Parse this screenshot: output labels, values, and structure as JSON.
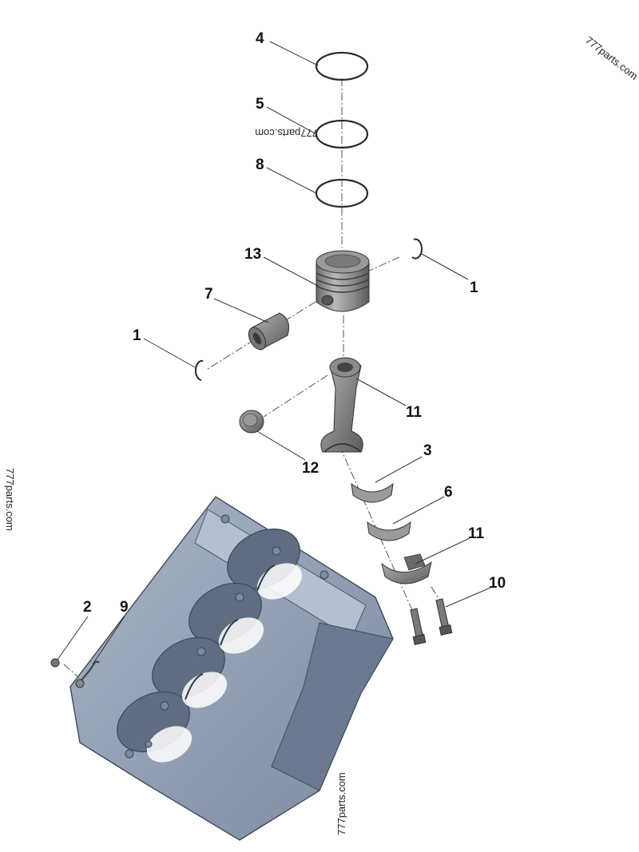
{
  "callouts": {
    "c4": "4",
    "c5": "5",
    "c8": "8",
    "c13": "13",
    "c1_right": "1",
    "c7": "7",
    "c1_left": "1",
    "c11_upper": "11",
    "c12": "12",
    "c3": "3",
    "c6": "6",
    "c11_lower": "11",
    "c10": "10",
    "c2": "2",
    "c9": "9"
  },
  "watermarks": {
    "top_right": "777parts.com",
    "near_ring": "777parts.com",
    "left_edge": "777parts.com",
    "bottom": "777parts.com"
  },
  "colors": {
    "block_face": "#8e9cb0",
    "block_dark": "#5f6d82",
    "block_light": "#b4c0d0",
    "part_gray": "#8a8a8a",
    "part_dark": "#555555"
  }
}
